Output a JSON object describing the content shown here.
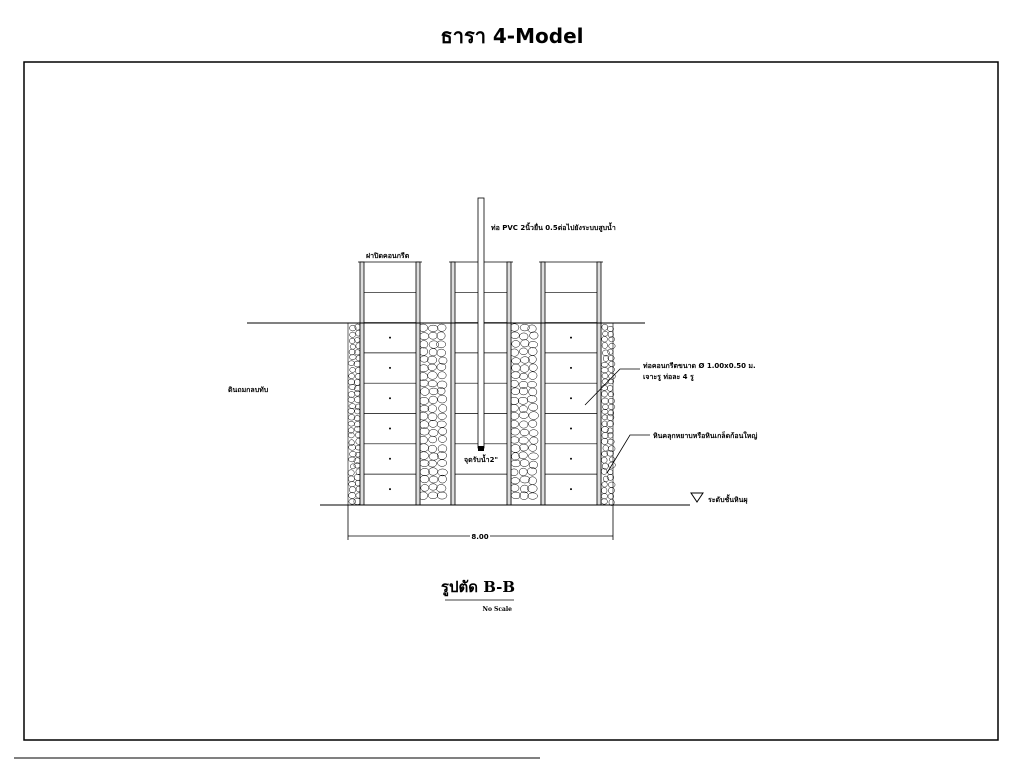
{
  "title": "ธารา 4-Model",
  "drawing": {
    "lid_label": "ฝาปิดคอนกรีต",
    "pvc_label": "ท่อ PVC 2นิ้วยื่น 0.5ต่อไปยังระบบสูบน้ำ",
    "pipe_label_1": "ท่อคอนกรีตขนาด Ø 1.00x0.50 ม.",
    "pipe_label_2": "เจาะรู ท่อละ 4 รู",
    "gravel_label": "หินคลุกหยาบหรือหินเกล็ดก้อนใหญ่",
    "level_label": "ระดับชั้นหินผุ",
    "fill_label": "ดินถมกลบทับ",
    "inlet_label": "จุดรับน้ำ2\"",
    "dimension": "8.00",
    "section_title": "รูปตัด B-B",
    "scale": "No Scale"
  }
}
